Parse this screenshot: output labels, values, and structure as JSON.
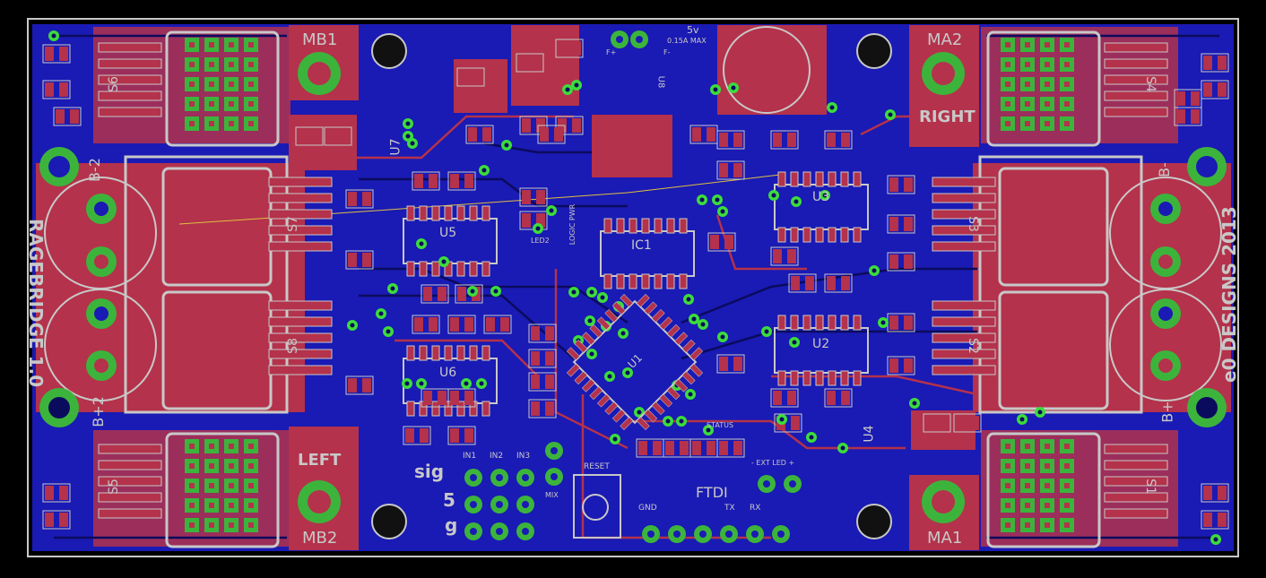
{
  "board": {
    "title_vertical": "RAGEBRIDGE 1.0",
    "credit_vertical": "e0 DESIGNS 2013",
    "colors": {
      "background": "#000000",
      "outline": "#c8c8c8",
      "copper_bottom": "#1a1ab4",
      "copper_top": "#b4324b",
      "silk": "#c8c8c8",
      "pad": "#3cb43c",
      "via": "#3cdc3c"
    }
  },
  "motor_pads": {
    "mb1": "MB1",
    "ma2": "MA2",
    "mb2": "MB2",
    "ma1": "MA1",
    "right": "RIGHT",
    "left": "LEFT"
  },
  "power": {
    "b_minus_left": "B-2",
    "b_plus_left": "B+2",
    "b_minus_right": "B-",
    "b_plus_right": "B+",
    "five_v": "5v",
    "five_v_current": "0.15A MAX",
    "f_plus": "F+",
    "f_minus": "F-"
  },
  "components": {
    "s6": "S6",
    "s7": "S7",
    "s8": "S8",
    "s5": "S5",
    "s4": "S4",
    "s3": "S3",
    "s2": "S2",
    "s1": "S1",
    "u5": "U5",
    "u6": "U6",
    "u3": "U3",
    "u2": "U2",
    "u7": "U7",
    "u4": "U4",
    "u8": "U8",
    "u1": "U1",
    "ic1": "IC1",
    "led2": "LED2",
    "logic_pwr": "LOGIC PWR",
    "status": "STATUS",
    "ext_led": "- EXT LED +"
  },
  "connectors": {
    "sig": "sig",
    "five": "5",
    "gnd_short": "g",
    "in1": "IN1",
    "in2": "IN2",
    "in3": "IN3",
    "mix": "MIX",
    "reset": "RESET",
    "ftdi": "FTDI",
    "gnd": "GND",
    "tx": "TX",
    "rx": "RX"
  }
}
